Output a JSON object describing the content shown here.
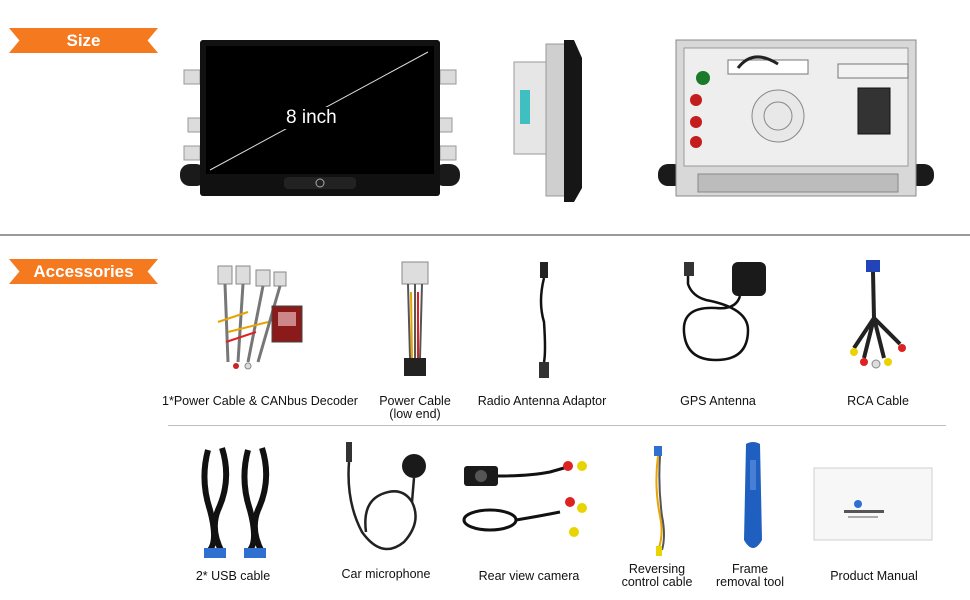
{
  "size_section": {
    "tag": "Size",
    "screen_size_label": "8 inch"
  },
  "accessories_section": {
    "tag": "Accessories",
    "row1": [
      {
        "label": "1*Power Cable & CANbus Decoder"
      },
      {
        "label_line1": "Power Cable",
        "label_line2": "(low end)"
      },
      {
        "label": "Radio Antenna Adaptor"
      },
      {
        "label": "GPS Antenna"
      },
      {
        "label": "RCA  Cable"
      }
    ],
    "row2": [
      {
        "label": "2* USB cable"
      },
      {
        "label": "Car microphone"
      },
      {
        "label": "Rear view camera"
      },
      {
        "label_line1": "Reversing",
        "label_line2": "control cable"
      },
      {
        "label_line1": "Frame",
        "label_line2": "removal tool"
      },
      {
        "label": "Product Manual"
      }
    ]
  },
  "colors": {
    "tag_orange": "#f4791f",
    "divider_gray": "#bdbdbd",
    "tool_blue": "#1e5fc0"
  }
}
